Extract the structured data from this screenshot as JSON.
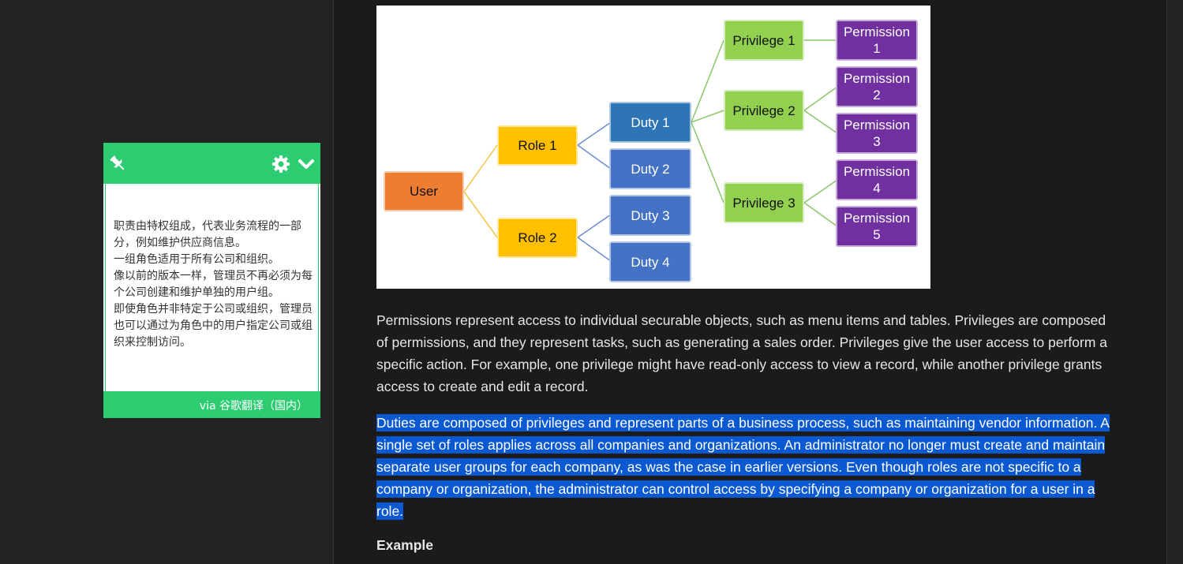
{
  "translator": {
    "lines": [
      "职责由特权组成，代表业务流程的一部分，例如维护供应商信息。",
      "一组角色适用于所有公司和组织。",
      "像以前的版本一样，管理员不再必须为每个公司创建和维护单独的用户组。",
      "即使角色并非特定于公司或组织，管理员也可以通过为角色中的用户指定公司或组织来控制访问。"
    ],
    "footer": "via 谷歌翻译（国内）",
    "accent_color": "#2ecc71"
  },
  "diagram": {
    "user": "User",
    "roles": [
      "Role 1",
      "Role 2"
    ],
    "duties": [
      "Duty 1",
      "Duty 2",
      "Duty 3",
      "Duty 4"
    ],
    "privileges": [
      "Privilege 1",
      "Privilege 2",
      "Privilege 3"
    ],
    "permissions": [
      "Permission\n1",
      "Permission\n2",
      "Permission\n3",
      "Permission\n4",
      "Permission\n5"
    ],
    "colors": {
      "user": "#ed7d31",
      "role": "#ffc000",
      "duty": "#4472c4",
      "privilege": "#92d050",
      "permission": "#7030a0"
    }
  },
  "article": {
    "paragraph1": "Permissions represent access to individual securable objects, such as menu items and tables. Privileges are composed of permissions, and they represent tasks, such as generating a sales order. Privileges give the user access to perform a specific action. For example, one privilege might have read-only access to view a record, while another privilege grants access to create and edit a record.",
    "paragraph2": "Duties are composed of privileges and represent parts of a business process, such as maintaining vendor information. A single set of roles applies across all companies and organizations. An administrator no longer must create and maintain separate user groups for each company, as was the case in earlier versions. Even though roles are not specific to a company or organization, the administrator can control access by specifying a company or organization for a user in a role.",
    "heading": "Example",
    "selection_color": "#0a59d1"
  }
}
